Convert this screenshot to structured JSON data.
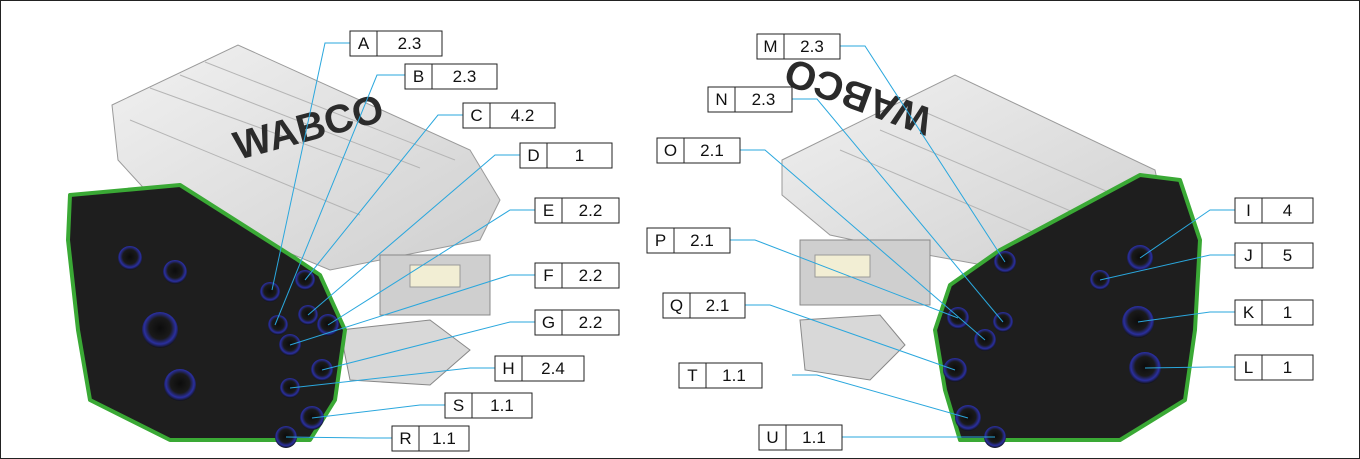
{
  "brand": "WABCO",
  "colors": {
    "leader_line": "#2aa7dd",
    "outline": "#3aa935",
    "port_ring": "#2a2fa0",
    "housing_dark": "#1e1e1e",
    "cover_light": "#e2e2e2"
  },
  "labels": {
    "A": {
      "letter": "A",
      "value": "2.3"
    },
    "B": {
      "letter": "B",
      "value": "2.3"
    },
    "C": {
      "letter": "C",
      "value": "4.2"
    },
    "D": {
      "letter": "D",
      "value": "1"
    },
    "E": {
      "letter": "E",
      "value": "2.2"
    },
    "F": {
      "letter": "F",
      "value": "2.2"
    },
    "G": {
      "letter": "G",
      "value": "2.2"
    },
    "H": {
      "letter": "H",
      "value": "2.4"
    },
    "S": {
      "letter": "S",
      "value": "1.1"
    },
    "R": {
      "letter": "R",
      "value": "1.1"
    },
    "M": {
      "letter": "M",
      "value": "2.3"
    },
    "N": {
      "letter": "N",
      "value": "2.3"
    },
    "O": {
      "letter": "O",
      "value": "2.1"
    },
    "P": {
      "letter": "P",
      "value": "2.1"
    },
    "Q": {
      "letter": "Q",
      "value": "2.1"
    },
    "T": {
      "letter": "T",
      "value": "1.1"
    },
    "U": {
      "letter": "U",
      "value": "1.1"
    },
    "I": {
      "letter": "I",
      "value": "4"
    },
    "J": {
      "letter": "J",
      "value": "5"
    },
    "K": {
      "letter": "K",
      "value": "1"
    },
    "L": {
      "letter": "L",
      "value": "1"
    }
  }
}
